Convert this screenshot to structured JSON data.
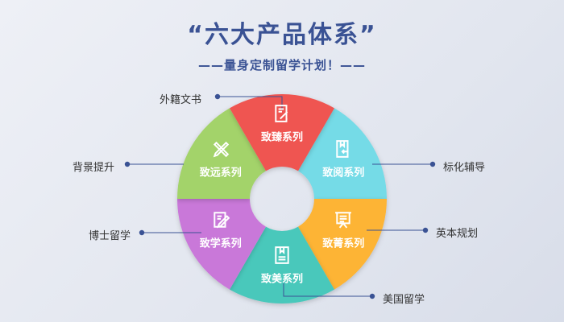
{
  "header": {
    "title": "“六大产品体系”",
    "subtitle": "——量身定制留学计划！——"
  },
  "segments": [
    {
      "name": "致阅系列",
      "color": "#74dbe7",
      "icon": "book-return-icon",
      "side_label": "标化辅导"
    },
    {
      "name": "致菁系列",
      "color": "#fdb436",
      "icon": "presentation-board-icon",
      "side_label": "英本规划"
    },
    {
      "name": "致美系列",
      "color": "#48c8bb",
      "icon": "bookmark-book-icon",
      "side_label": "美国留学"
    },
    {
      "name": "致学系列",
      "color": "#c978d9",
      "icon": "edit-note-icon",
      "side_label": "博士留学"
    },
    {
      "name": "致远系列",
      "color": "#a3d36a",
      "icon": "ruler-pencil-icon",
      "side_label": "背景提升"
    },
    {
      "name": "致臻系列",
      "color": "#ef5451",
      "icon": "document-edit-icon",
      "side_label": "外籍文书"
    }
  ],
  "line_color": "#3a5294"
}
